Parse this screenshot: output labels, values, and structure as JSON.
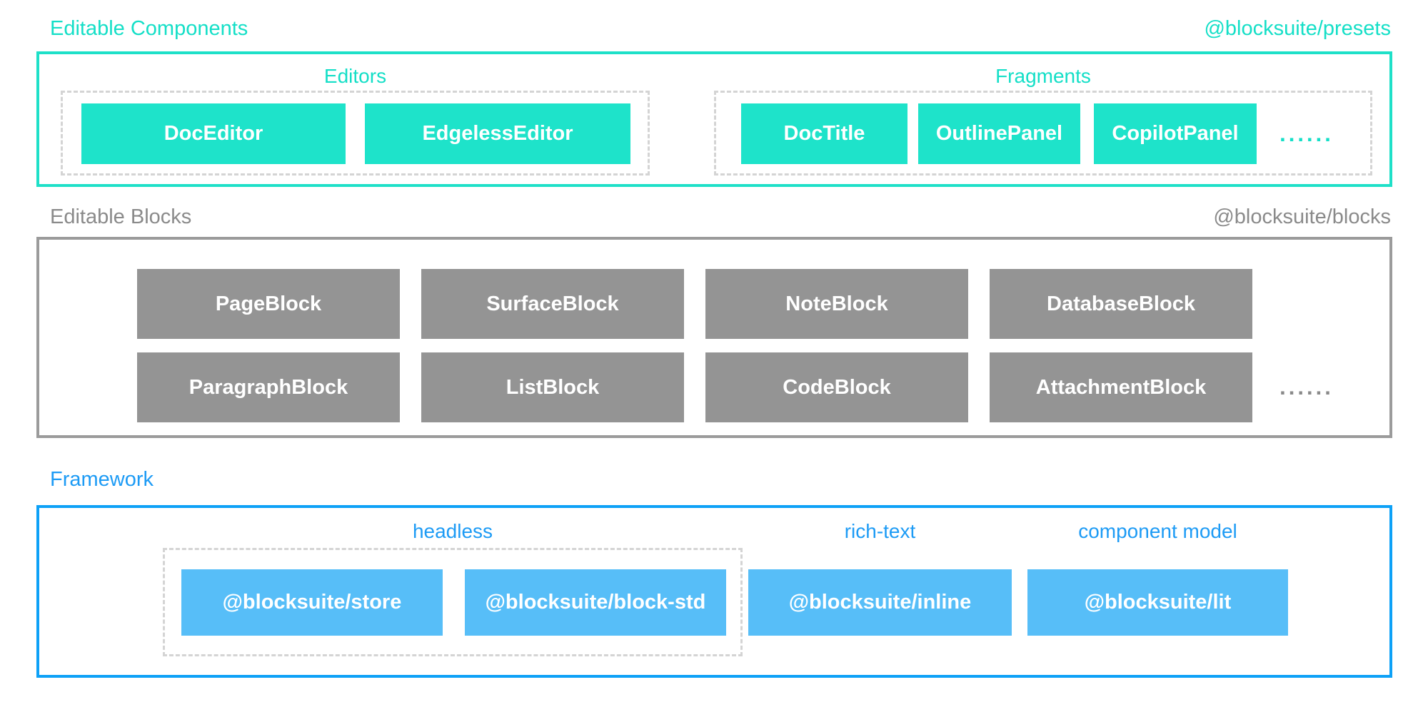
{
  "sections": {
    "components": {
      "title": "Editable Components",
      "package": "@blocksuite/presets",
      "editors": {
        "label": "Editors",
        "items": [
          "DocEditor",
          "EdgelessEditor"
        ]
      },
      "fragments": {
        "label": "Fragments",
        "items": [
          "DocTitle",
          "OutlinePanel",
          "CopilotPanel"
        ],
        "ellipsis": "......"
      }
    },
    "blocks": {
      "title": "Editable Blocks",
      "package": "@blocksuite/blocks",
      "row1": [
        "PageBlock",
        "SurfaceBlock",
        "NoteBlock",
        "DatabaseBlock"
      ],
      "row2": [
        "ParagraphBlock",
        "ListBlock",
        "CodeBlock",
        "AttachmentBlock"
      ],
      "ellipsis": "......"
    },
    "framework": {
      "title": "Framework",
      "headless": {
        "label": "headless",
        "items": [
          "@blocksuite/store",
          "@blocksuite/block-std"
        ]
      },
      "rich_text": {
        "label": "rich-text",
        "items": [
          "@blocksuite/inline"
        ]
      },
      "component_model": {
        "label": "component model",
        "items": [
          "@blocksuite/lit"
        ]
      }
    }
  },
  "colors": {
    "teal_text": "#14dfc7",
    "teal_fill": "#1ee3ca",
    "teal_border": "#1ee0c8",
    "gray_text": "#8a8a8a",
    "gray_fill": "#949494",
    "gray_border": "#9b9b9b",
    "blue_text": "#1d9bf5",
    "blue_fill": "#57bef8",
    "blue_border": "#0da1f7",
    "dashed_border": "#d4d4d4",
    "block_text": "#ffffff"
  }
}
